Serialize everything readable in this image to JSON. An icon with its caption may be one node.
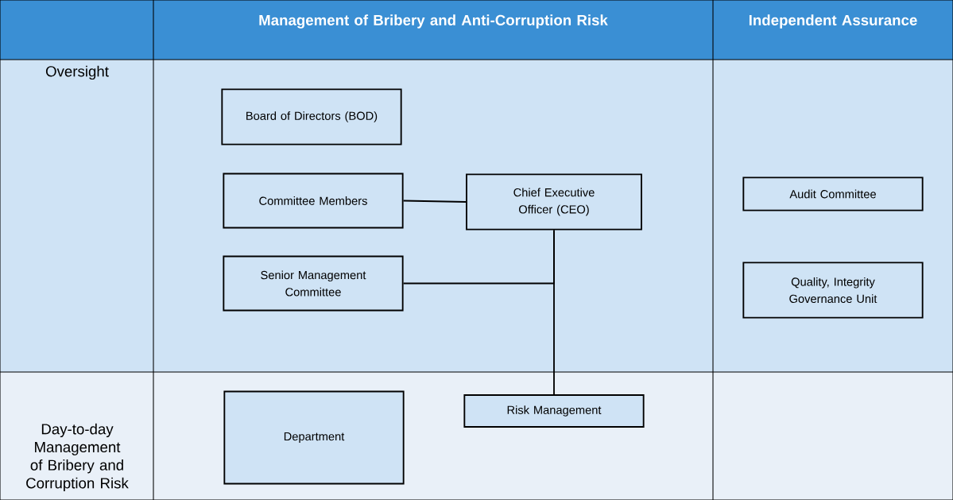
{
  "diagram": {
    "nodes": [
      {
        "text": [
          "Board of Directors (BOD)"
        ]
      },
      {
        "text": [
          "Committee Members"
        ]
      },
      {
        "text": [
          "Chief Executive Officer (CEO)"
        ]
      },
      {
        "text": [
          "Senior Management Committee"
        ]
      },
      {
        "text": [
          "Audit Committee"
        ]
      },
      {
        "text": [
          "Quality, Integrity Governance Unit"
        ]
      },
      {
        "text": [
          "Department"
        ]
      },
      {
        "text": [
          "Risk Management"
        ]
      }
    ],
    "edges": [
      {
        "from": 1,
        "to": 2,
        "arrow": "none"
      },
      {
        "from": 2,
        "to": 7,
        "arrow": "none"
      },
      {
        "from": 3,
        "to": 2,
        "arrow": "none"
      }
    ],
    "labels": [
      "Management of Bribery and Anti-Corruption Risk",
      "Independent Assurance",
      "Oversight",
      "Day-to-day Management of Bribery and Corruption Risk"
    ]
  }
}
